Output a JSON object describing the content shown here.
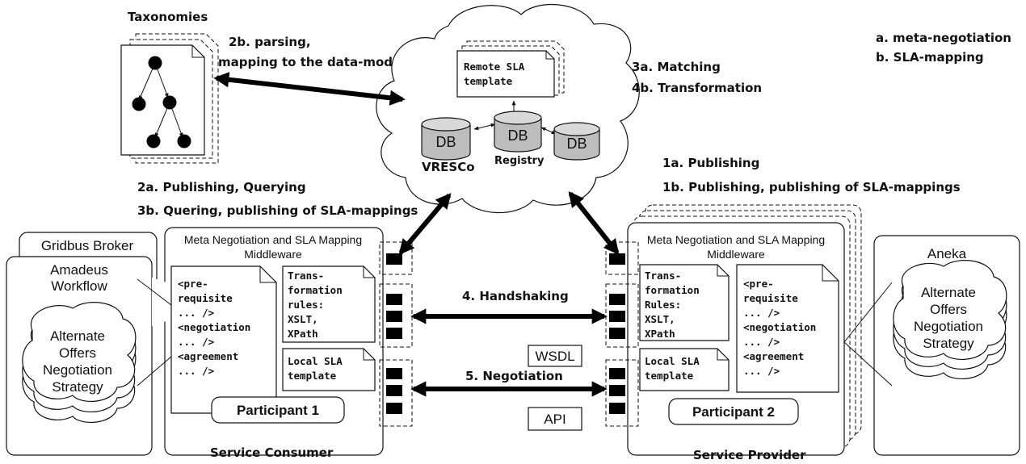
{
  "legend": {
    "a": "a. meta-negotiation",
    "b": "b. SLA-mapping"
  },
  "taxonomies": {
    "title": "Taxonomies"
  },
  "labels": {
    "parsing_line1": "2b. parsing,",
    "parsing_line2": "mapping to the data-model",
    "matching": "3a. Matching",
    "transformation": "4b. Transformation",
    "publishing_1a": "1a. Publishing",
    "publishing_1b": "1b. Publishing, publishing of SLA-mappings",
    "publishing_2a": "2a. Publishing, Querying",
    "quering_3b": "3b. Quering, publishing of SLA-mappings",
    "handshaking": "4. Handshaking",
    "negotiation": "5. Negotiation",
    "wsdl": "WSDL",
    "api": "API"
  },
  "registry_cloud": {
    "remote_template_line1": "Remote SLA",
    "remote_template_line2": "template",
    "db1": "DB",
    "db2": "DB",
    "db3": "DB",
    "vresco": "VRESCo",
    "registry": "Registry"
  },
  "consumer": {
    "broker": "Gridbus Broker",
    "workflow_line1": "Amadeus",
    "workflow_line2": "Workflow",
    "strategy": [
      "Alternate",
      "Offers",
      "Negotiation",
      "Strategy"
    ],
    "middleware_line1": "Meta Negotiation and SLA Mapping",
    "middleware_line2": "Middleware",
    "doc_lines": [
      "<pre-",
      "requisite",
      "... />",
      "<negotiation",
      "... />",
      "<agreement",
      "... />"
    ],
    "rules_lines": [
      "Trans-",
      "formation",
      "rules:",
      "XSLT,",
      "XPath"
    ],
    "local_lines": [
      "Local SLA",
      "template"
    ],
    "participant": "Participant 1",
    "caption": "Service Consumer"
  },
  "provider": {
    "platform": "Aneka",
    "strategy": [
      "Alternate",
      "Offers",
      "Negotiation",
      "Strategy"
    ],
    "middleware_line1": "Meta Negotiation and SLA Mapping",
    "middleware_line2": "Middleware",
    "rules_lines": [
      "Trans-",
      "formation",
      "Rules:",
      "XSLT,",
      "XPath"
    ],
    "local_lines": [
      "Local SLA",
      "template"
    ],
    "doc_lines": [
      "<pre-",
      "requisite",
      "... />",
      "<negotiation",
      "... />",
      "<agreement",
      "... />"
    ],
    "participant": "Participant 2",
    "caption": "Service Provider"
  }
}
